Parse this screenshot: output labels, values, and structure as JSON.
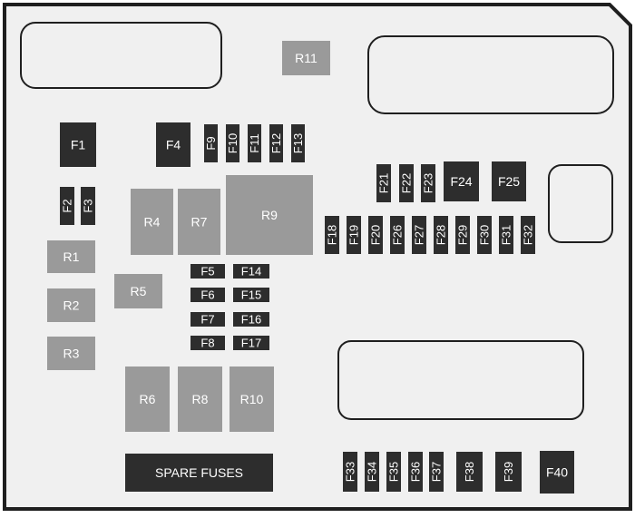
{
  "colors": {
    "background": "#ffffff",
    "panel": "#f0f0f0",
    "outline": "#1f1f1f",
    "fuse_dark": "#2d2d2d",
    "relay_gray": "#9a9a9a",
    "label_light": "#ffffff"
  },
  "relays": {
    "r1": "R1",
    "r2": "R2",
    "r3": "R3",
    "r4": "R4",
    "r5": "R5",
    "r6": "R6",
    "r7": "R7",
    "r8": "R8",
    "r9": "R9",
    "r10": "R10",
    "r11": "R11"
  },
  "fuses": {
    "f1": "F1",
    "f2": "F2",
    "f3": "F3",
    "f4": "F4",
    "f5": "F5",
    "f6": "F6",
    "f7": "F7",
    "f8": "F8",
    "f9": "F9",
    "f10": "F10",
    "f11": "F11",
    "f12": "F12",
    "f13": "F13",
    "f14": "F14",
    "f15": "F15",
    "f16": "F16",
    "f17": "F17",
    "f18": "F18",
    "f19": "F19",
    "f20": "F20",
    "f21": "F21",
    "f22": "F22",
    "f23": "F23",
    "f24": "F24",
    "f25": "F25",
    "f26": "F26",
    "f27": "F27",
    "f28": "F28",
    "f29": "F29",
    "f30": "F30",
    "f31": "F31",
    "f32": "F32",
    "f33": "F33",
    "f34": "F34",
    "f35": "F35",
    "f36": "F36",
    "f37": "F37",
    "f38": "F38",
    "f39": "F39",
    "f40": "F40"
  },
  "spare": {
    "label": "SPARE FUSES"
  }
}
